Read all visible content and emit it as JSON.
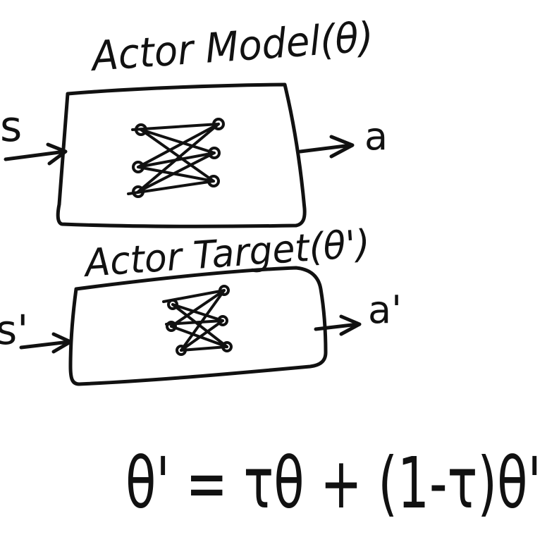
{
  "diagram": {
    "actor_model": {
      "title": "Actor Model(θ)",
      "input_label": "s",
      "output_label": "a"
    },
    "actor_target": {
      "title": "Actor Target(θ')",
      "input_label": "s'",
      "output_label": "a'"
    },
    "update_rule": "θ' = τθ + (1-τ)θ'",
    "ink_color": "#111111",
    "background_color": "#ffffff"
  }
}
